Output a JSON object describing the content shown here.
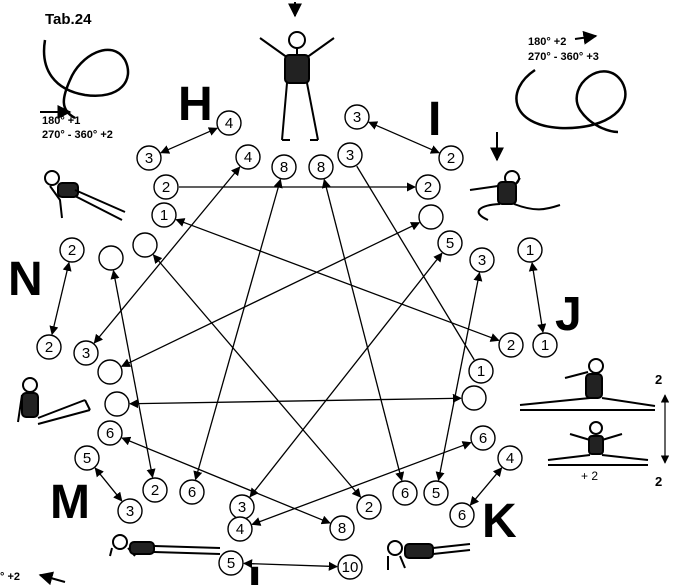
{
  "table_title": "Tab.24",
  "rotation_left": {
    "line1": "180° +1",
    "line2": "270° - 360° +2"
  },
  "rotation_right": {
    "line1": "180° +2",
    "line2": "270° - 360° +3"
  },
  "rotation_bottom_cut": "° +2",
  "groups": [
    {
      "id": "H",
      "label": "H"
    },
    {
      "id": "I",
      "label": "I"
    },
    {
      "id": "J",
      "label": "J"
    },
    {
      "id": "K",
      "label": "K"
    },
    {
      "id": "L",
      "label": "L"
    },
    {
      "id": "M",
      "label": "M"
    },
    {
      "id": "N",
      "label": "N"
    }
  ],
  "nodes": [
    {
      "id": "h1",
      "label": "4"
    },
    {
      "id": "h2",
      "label": "3"
    },
    {
      "id": "i1",
      "label": "3"
    },
    {
      "id": "i2",
      "label": "2"
    },
    {
      "id": "t1",
      "label": "4"
    },
    {
      "id": "t2",
      "label": "8"
    },
    {
      "id": "t3",
      "label": "8"
    },
    {
      "id": "t4",
      "label": "3"
    },
    {
      "id": "l2a",
      "label": "2"
    },
    {
      "id": "r2a",
      "label": "2"
    },
    {
      "id": "l1a",
      "label": "1"
    },
    {
      "id": "r0a",
      "label": ""
    },
    {
      "id": "l0a",
      "label": ""
    },
    {
      "id": "r5a",
      "label": "5"
    },
    {
      "id": "r3a",
      "label": "3"
    },
    {
      "id": "j1",
      "label": "1"
    },
    {
      "id": "j2",
      "label": "1"
    },
    {
      "id": "n2",
      "label": "2"
    },
    {
      "id": "n0",
      "label": ""
    },
    {
      "id": "n2b",
      "label": "2"
    },
    {
      "id": "n3",
      "label": "3"
    },
    {
      "id": "r2b",
      "label": "2"
    },
    {
      "id": "r1b",
      "label": "1"
    },
    {
      "id": "l0b",
      "label": ""
    },
    {
      "id": "l0c",
      "label": ""
    },
    {
      "id": "r0c",
      "label": ""
    },
    {
      "id": "l6a",
      "label": "6"
    },
    {
      "id": "k6a",
      "label": "6"
    },
    {
      "id": "k4",
      "label": "4"
    },
    {
      "id": "m5",
      "label": "5"
    },
    {
      "id": "m2",
      "label": "2"
    },
    {
      "id": "m3",
      "label": "3"
    },
    {
      "id": "b6a",
      "label": "6"
    },
    {
      "id": "b3",
      "label": "3"
    },
    {
      "id": "b2",
      "label": "2"
    },
    {
      "id": "b6b",
      "label": "6"
    },
    {
      "id": "b5",
      "label": "5"
    },
    {
      "id": "k6b",
      "label": "6"
    },
    {
      "id": "b4",
      "label": "4"
    },
    {
      "id": "b8",
      "label": "8"
    },
    {
      "id": "b5b",
      "label": "5"
    },
    {
      "id": "b10",
      "label": "10"
    }
  ],
  "side_note": {
    "top": "2",
    "bottom": "2",
    "caption": "+ 2"
  },
  "colors": {
    "ink": "#000000",
    "paper": "#ffffff",
    "leotard": "#222222"
  }
}
